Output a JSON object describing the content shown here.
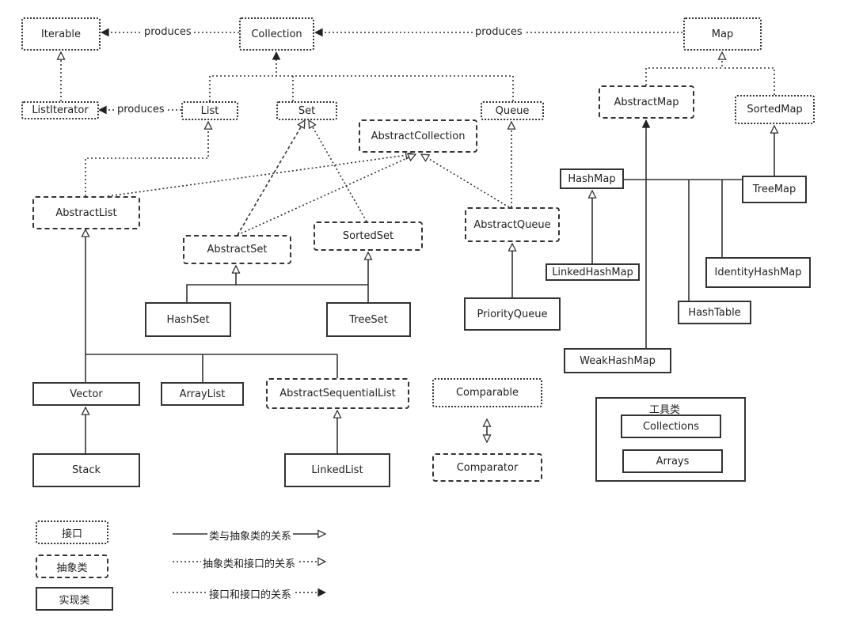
{
  "nodes": {
    "iterable": "Iterable",
    "collection": "Collection",
    "map": "Map",
    "list_iterator": "ListIterator",
    "list": "List",
    "set": "Set",
    "queue": "Queue",
    "abstract_map": "AbstractMap",
    "sorted_map": "SortedMap",
    "abstract_collection": "AbstractCollection",
    "hash_map": "HashMap",
    "tree_map": "TreeMap",
    "abstract_list": "AbstractList",
    "sorted_set": "SortedSet",
    "abstract_queue": "AbstractQueue",
    "abstract_set": "AbstractSet",
    "linked_hash_map": "LinkedHashMap",
    "identity_hash_map": "IdentityHashMap",
    "priority_queue": "PriorityQueue",
    "hash_set": "HashSet",
    "tree_set": "TreeSet",
    "hash_table": "HashTable",
    "weak_hash_map": "WeakHashMap",
    "vector": "Vector",
    "array_list": "ArrayList",
    "abstract_sequential_list": "AbstractSequentialList",
    "comparable": "Comparable",
    "stack": "Stack",
    "linked_list": "LinkedList",
    "comparator": "Comparator"
  },
  "edge_labels": {
    "iterable_produces": "produces",
    "map_produces": "produces",
    "listiterator_produces": "produces"
  },
  "utilities": {
    "title": "工具类",
    "collections": "Collections",
    "arrays": "Arrays"
  },
  "legend": {
    "interface": "接口",
    "abstract_class": "抽象类",
    "impl_class": "实现类",
    "class_abstract_relation": "类与抽象类的关系",
    "abstract_interface_relation": "抽象类和接口的关系",
    "interface_interface_relation": "接口和接口的关系"
  }
}
